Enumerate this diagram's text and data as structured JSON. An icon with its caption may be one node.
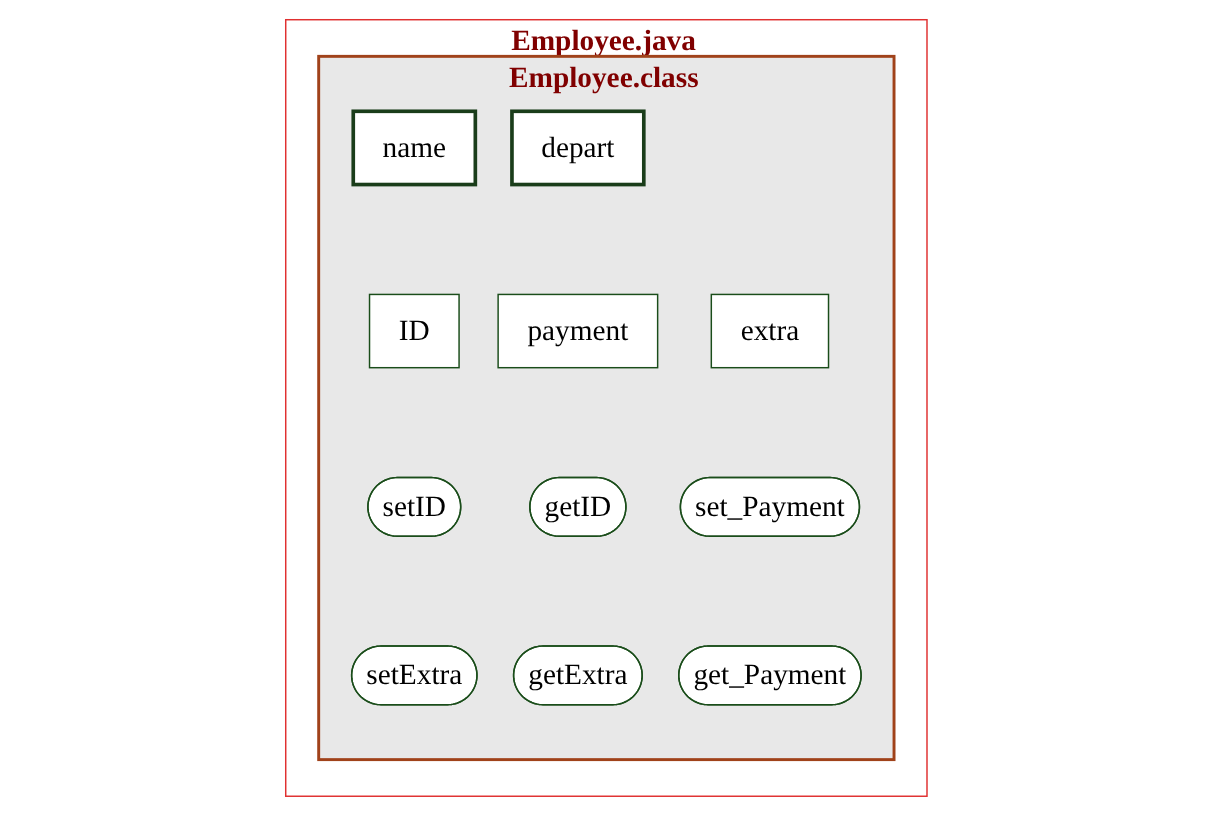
{
  "diagram": {
    "nodes": [
      {
        "text": [
          "Employee.java"
        ]
      },
      {
        "text": [
          "Employee.class"
        ],
        "in": 0
      },
      {
        "text": [
          "name"
        ],
        "in": 1
      },
      {
        "text": [
          "depart"
        ],
        "in": 1
      },
      {
        "text": [
          "ID"
        ],
        "in": 1
      },
      {
        "text": [
          "payment"
        ],
        "in": 1
      },
      {
        "text": [
          "extra"
        ],
        "in": 1
      },
      {
        "text": [
          "setID"
        ],
        "in": 1
      },
      {
        "text": [
          "getID"
        ],
        "in": 1
      },
      {
        "text": [
          "set_Payment"
        ],
        "in": 1
      },
      {
        "text": [
          "setExtra"
        ],
        "in": 1
      },
      {
        "text": [
          "getExtra"
        ],
        "in": 1
      },
      {
        "text": [
          "get_Payment"
        ],
        "in": 1
      }
    ],
    "edges": []
  }
}
